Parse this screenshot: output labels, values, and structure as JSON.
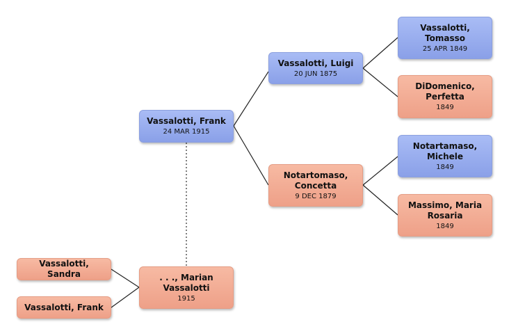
{
  "people": {
    "frank_1915": {
      "name": "Vassalotti, Frank",
      "date": "24 MAR 1915",
      "sex": "male"
    },
    "luigi": {
      "name": "Vassalotti, Luigi",
      "date": "20 JUN 1875",
      "sex": "male"
    },
    "concetta": {
      "name": "Notartomaso, Concetta",
      "date": "9 DEC 1879",
      "sex": "female"
    },
    "tomasso": {
      "name": "Vassalotti, Tomasso",
      "date": "25 APR 1849",
      "sex": "male"
    },
    "perfetta": {
      "name": "DiDomenico, Perfetta",
      "date": "1849",
      "sex": "female"
    },
    "michele": {
      "name": "Notartamaso, Michele",
      "date": "1849",
      "sex": "male"
    },
    "maria_rosaria": {
      "name": "Massimo, Maria Rosaria",
      "date": "1849",
      "sex": "female"
    },
    "marian": {
      "name": ". . ., Marian Vassalotti",
      "date": "1915",
      "sex": "female"
    },
    "sandra": {
      "name": "Vassalotti, Sandra",
      "date": "",
      "sex": "female"
    },
    "frank_child": {
      "name": "Vassalotti, Frank",
      "date": "",
      "sex": "female"
    }
  },
  "colors": {
    "male_fill": "#9db1f0",
    "female_fill": "#f2ad95",
    "line": "#222222",
    "spouse_line": "#555555"
  }
}
